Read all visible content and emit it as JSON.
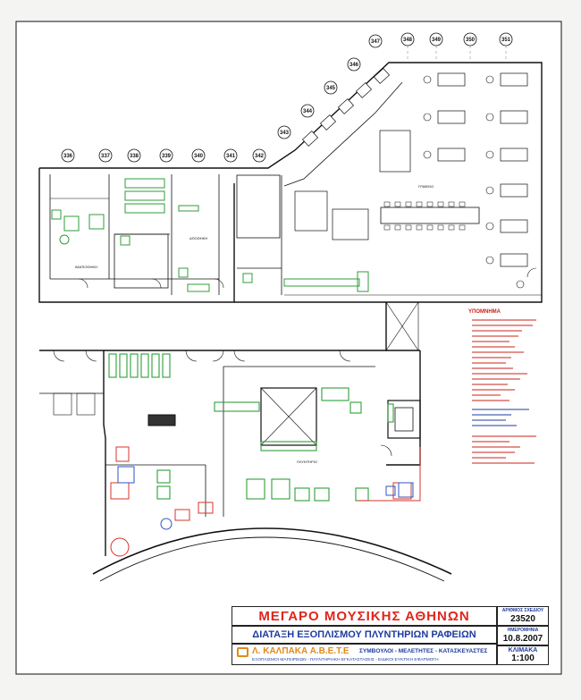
{
  "title_block": {
    "project_title": "ΜΕΓΑΡΟ ΜΟΥΣΙΚΗΣ ΑΘΗΝΩΝ",
    "subtitle": "ΔΙΑΤΑΞΗ ΕΞΟΠΛΙΣΜΟΥ ΠΛΥΝΤΗΡΙΩΝ ΡΑΦΕΙΩΝ",
    "company_name": "Λ. ΚΑΛΠΑΚΑ Α.Β.Ε.Τ.Ε",
    "company_tagline": "ΣΥΜΒΟΥΛΟΙ - ΜΕΛΕΤΗΤΕΣ - ΚΑΤΑΣΚΕΥΑΣΤΕΣ",
    "company_services": "ΕΞΟΠΛΙΣΜΟΙ ΜΑΓΕΙΡΕΙΩΝ - ΠΛΥΝΤΗΡΙΑΚΗ ΕΓΚΑΤΑΣΤΑΣΕΙΣ - ΕΙΔΙΚΟΙ ΕΥΚΤΙΚΗ ΕΦΑΡΜΟΓΗ",
    "drawing_number_label": "ΑΡΙΘΜΟΣ ΣΧΕΔΙΟΥ",
    "drawing_number": "23520",
    "date_label": "ΗΜΕΡΟΜΗΝΙΑ",
    "date": "10.8.2007",
    "scale_label": "ΚΛΙΜΑΚΑ",
    "scale": "1:100"
  },
  "legend": {
    "heading": "ΥΠΟΜΝΗΜΑ"
  },
  "grid_lines": {
    "horizontal": [
      "336",
      "337",
      "338",
      "339",
      "340",
      "341",
      "342"
    ],
    "diagonal": [
      "343",
      "344",
      "345",
      "346",
      "347"
    ],
    "vertical": [
      "348",
      "349",
      "350",
      "351"
    ]
  },
  "rooms": {
    "laundry": "ΠΛΥΝΤΗΡΙΟ",
    "toilets": "ΙΜΑΤΙΟΘΗΚΗ",
    "office": "ΓΡΑΦΕΙΟ",
    "storage": "ΑΠΟΘΗΚΗ"
  },
  "colors": {
    "equipment_green": "#2f9e3a",
    "legend_red": "#c8231a",
    "legend_blue": "#1d3b9e",
    "plan_red": "#d8332a",
    "plan_blue": "#2e55c4"
  }
}
